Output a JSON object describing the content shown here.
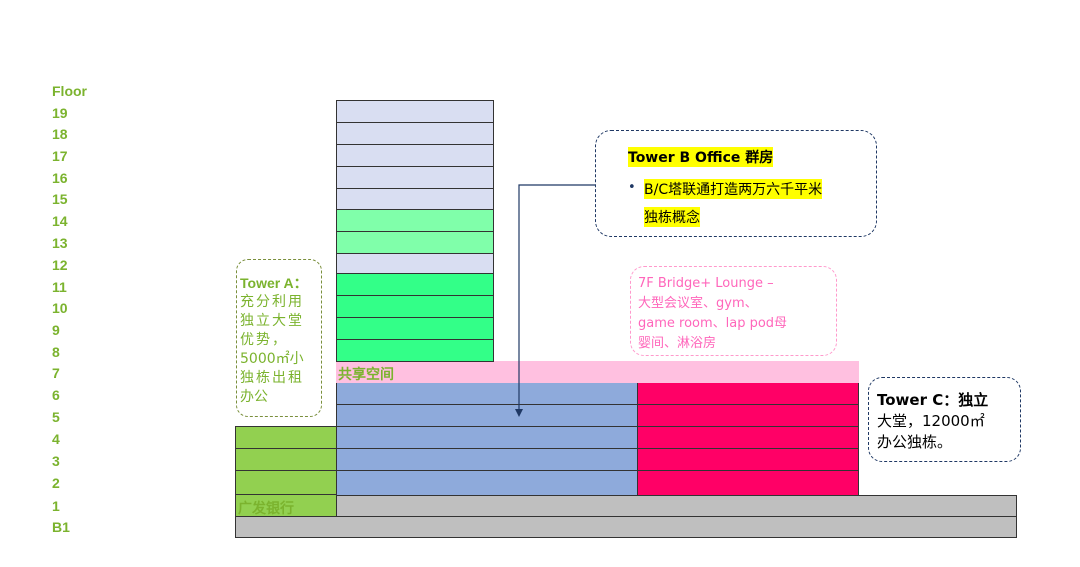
{
  "floors": {
    "header": "Floor",
    "labels": [
      "19",
      "18",
      "17",
      "16",
      "15",
      "14",
      "13",
      "12",
      "11",
      "10",
      "9",
      "8",
      "7",
      "6",
      "5",
      "4",
      "3",
      "2",
      "1",
      "B1"
    ]
  },
  "labels": {
    "shared_space": "共享空间",
    "bank": "广发银行"
  },
  "tower_a": {
    "lines": [
      "Tower A：",
      "充分利用",
      "独立大堂",
      "优势，",
      "5000㎡小",
      "独栋出租",
      "办公"
    ]
  },
  "tower_b": {
    "title": "Tower B Office 群房",
    "bullet": "•",
    "lines": [
      "B/C塔联通打造两万六千平米",
      "独栋概念"
    ]
  },
  "bridge": {
    "lines": [
      "7F Bridge+ Lounge –",
      "大型会议室、gym、",
      "game room、lap pod母",
      "婴间、淋浴房"
    ]
  },
  "tower_c": {
    "lines": [
      "Tower  C：独立",
      "大堂，12000㎡",
      "办公独栋。"
    ]
  },
  "colors": {
    "floor_label": "#7bb32e",
    "tower_a": "#92d050",
    "tower_b_podium": "#8eaadb",
    "tower_c": "#ff0066",
    "shared_space": "#ffc0e0",
    "upper_lavender": "#d9def2",
    "upper_green_light": "#80ffaa",
    "upper_green": "#33ff88",
    "ground": "#bfbfbf",
    "highlight": "#ffff00",
    "bridge_text": "#ff66bb",
    "callout_border": "#1f3864"
  }
}
